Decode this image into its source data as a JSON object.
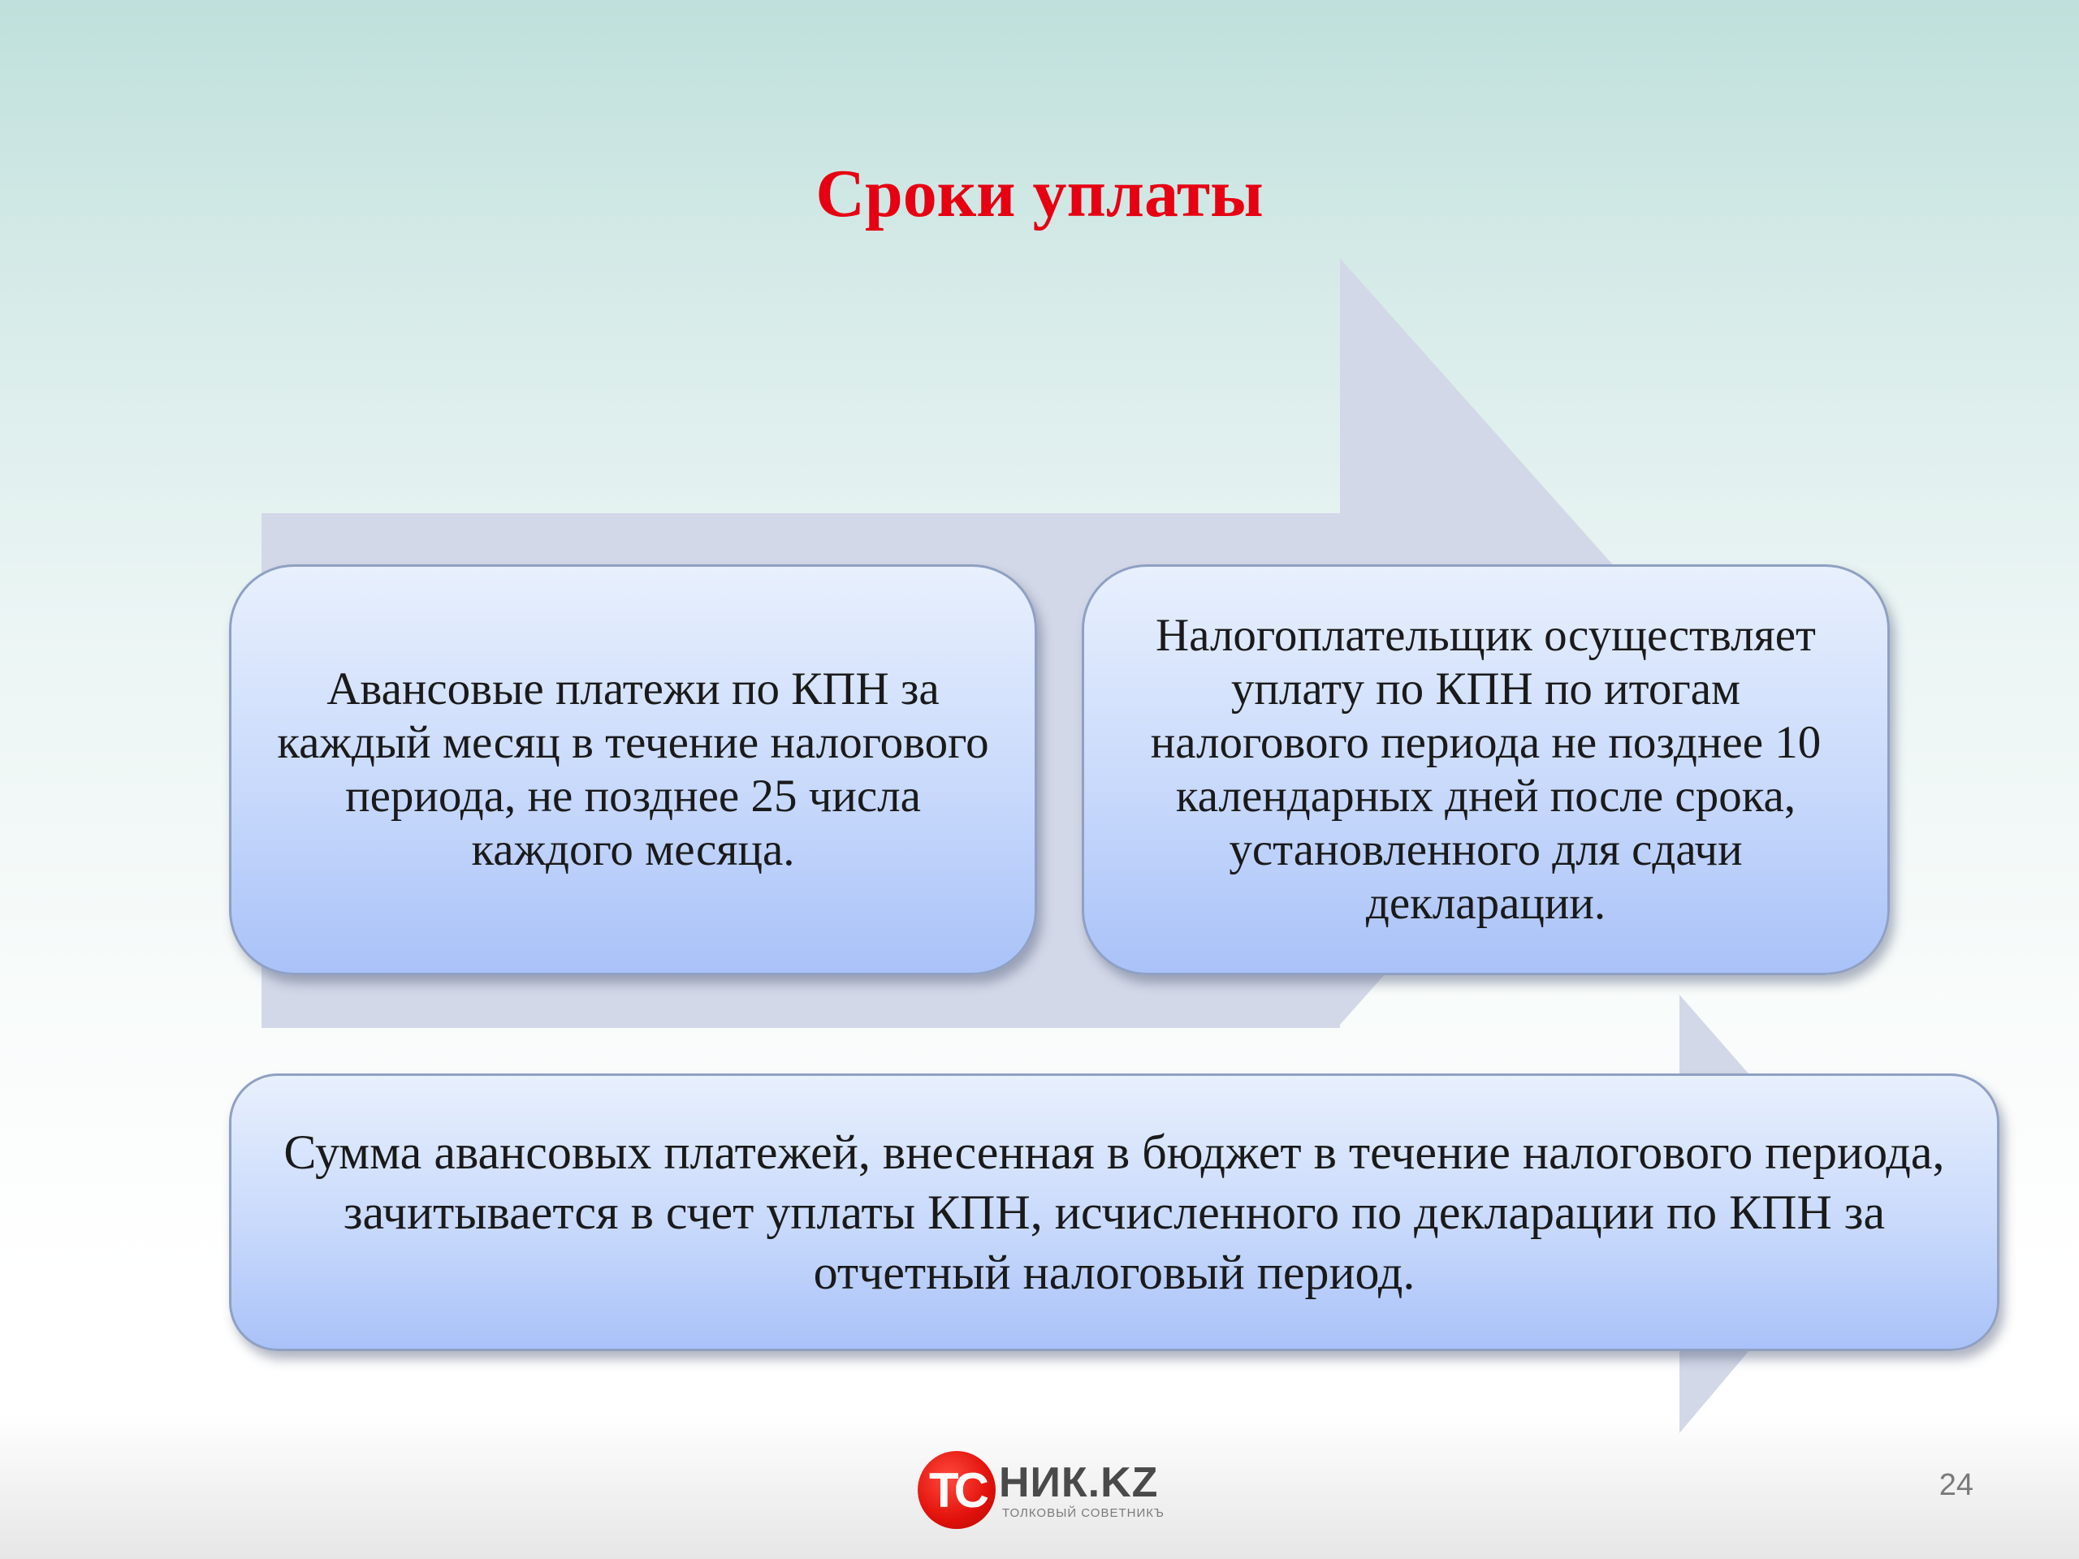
{
  "slide": {
    "title": "Сроки уплаты",
    "page_number": "24"
  },
  "cards": [
    {
      "text": "Авансовые платежи по КПН за каждый месяц в течение налогового периода, не позднее 25 числа каждого месяца."
    },
    {
      "text": "Налогоплательщик осуществляет уплату по КПН по итогам налогового периода не позднее 10 календарных дней после срока, установленного для сдачи декларации."
    },
    {
      "text": "Сумма авансовых платежей, внесенная в бюджет в течение налогового периода, зачитывается в счет уплаты КПН, исчисленного по декларации по КПН за отчетный налоговый период."
    }
  ],
  "logo": {
    "mark": "ТС",
    "name": "НИК.KZ",
    "tagline": "ТОЛКОВЫЙ СОВЕТНИКЪ"
  },
  "colors": {
    "title": "#e60012",
    "arrow": "#d3d8e8",
    "card_top": "#e8f0fd",
    "card_bottom": "#a9c2f8",
    "logo_red": "#e1110b"
  }
}
